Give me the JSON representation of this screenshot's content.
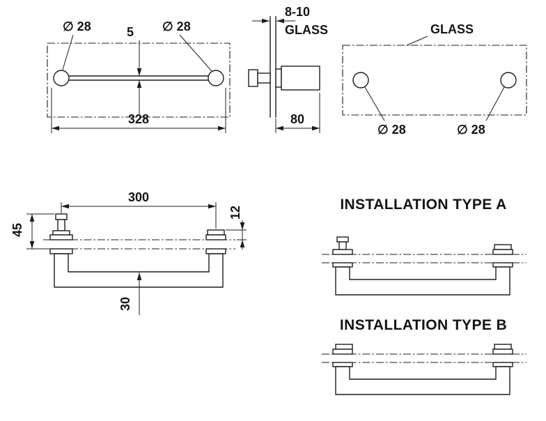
{
  "colors": {
    "ink": "#1c1c1c",
    "background": "#ffffff"
  },
  "views": {
    "top_plan": {
      "dia_left": "∅ 28",
      "dia_right": "∅ 28",
      "bar_thickness": "5",
      "overall_length": "328"
    },
    "side_section": {
      "glass_thickness": "8-10",
      "glass_label": "GLASS",
      "depth": "80"
    },
    "glass_plan": {
      "glass_label": "GLASS",
      "hole_dia_left": "∅ 28",
      "hole_dia_right": "∅ 28"
    },
    "front": {
      "centers_span": "300",
      "cap_height": "12",
      "knob_height": "45",
      "bar_dia": "30"
    },
    "installation_a": {
      "title": "INSTALLATION TYPE A"
    },
    "installation_b": {
      "title": "INSTALLATION TYPE B"
    }
  }
}
